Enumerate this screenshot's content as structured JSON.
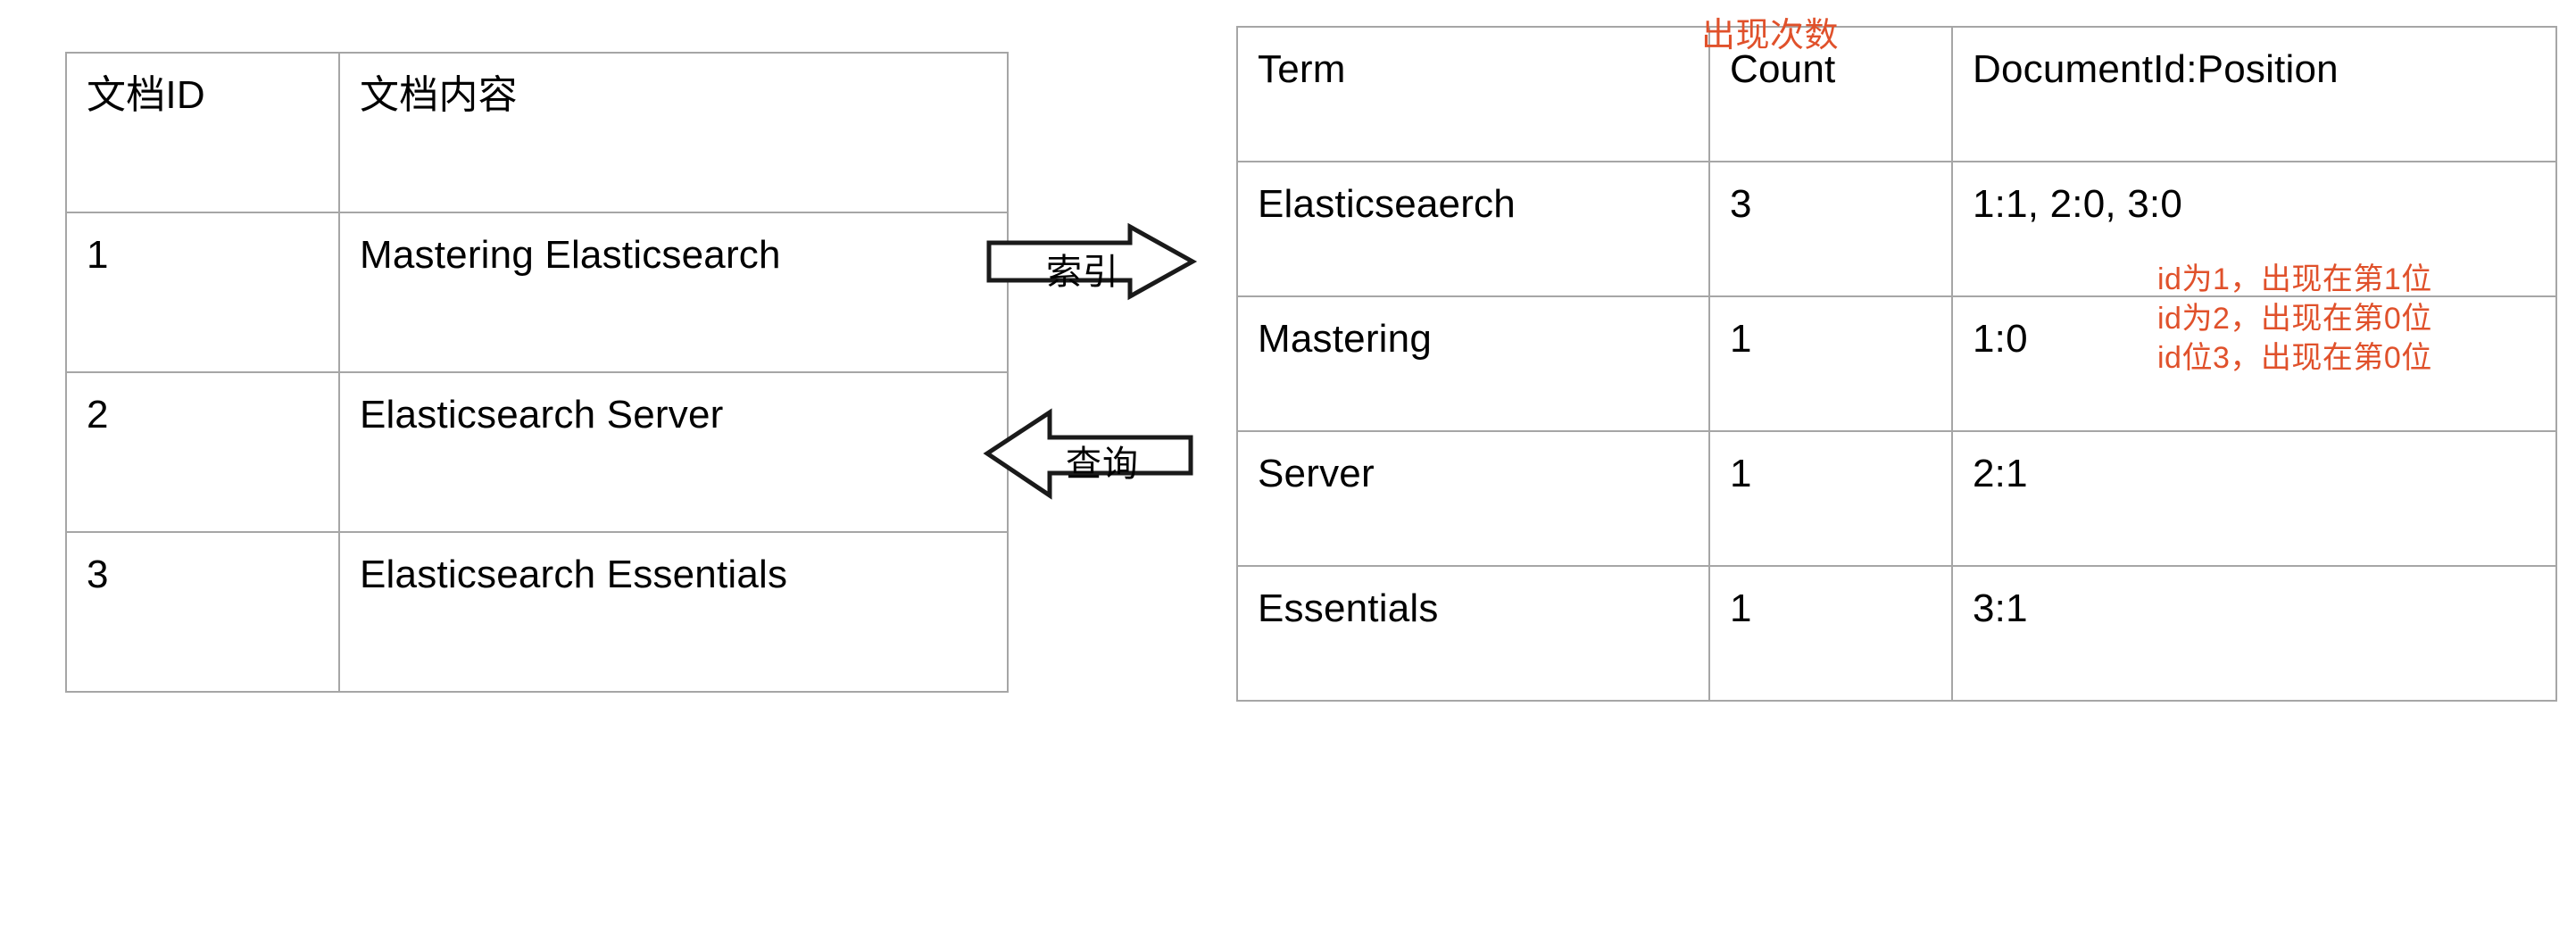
{
  "diagram": {
    "title_note": "Elasticsearch inverted index illustration",
    "accent_color": "#e0512b",
    "border_color": "#a6a6a6",
    "text_color": "#000000"
  },
  "documents_table": {
    "headers": [
      "文档ID",
      "文档内容"
    ],
    "rows": [
      {
        "id": "1",
        "content": "Mastering Elasticsearch"
      },
      {
        "id": "2",
        "content": "Elasticsearch Server"
      },
      {
        "id": "3",
        "content": "Elasticsearch Essentials"
      }
    ]
  },
  "index_table": {
    "headers": [
      "Term",
      "Count",
      "DocumentId:Position"
    ],
    "rows": [
      {
        "term": "Elasticseaerch",
        "count": "3",
        "positions": "1:1, 2:0, 3:0"
      },
      {
        "term": "Mastering",
        "count": "1",
        "positions": "1:0"
      },
      {
        "term": "Server",
        "count": "1",
        "positions": "2:1"
      },
      {
        "term": "Essentials",
        "count": "1",
        "positions": "3:1"
      }
    ]
  },
  "arrows": {
    "index": {
      "label": "索引",
      "direction": "right"
    },
    "query": {
      "label": "查询",
      "direction": "left"
    }
  },
  "annotations": {
    "count_note": "出现次数",
    "position_notes": [
      "id为1，出现在第1位",
      "id为2，出现在第0位",
      "id位3，出现在第0位"
    ]
  }
}
